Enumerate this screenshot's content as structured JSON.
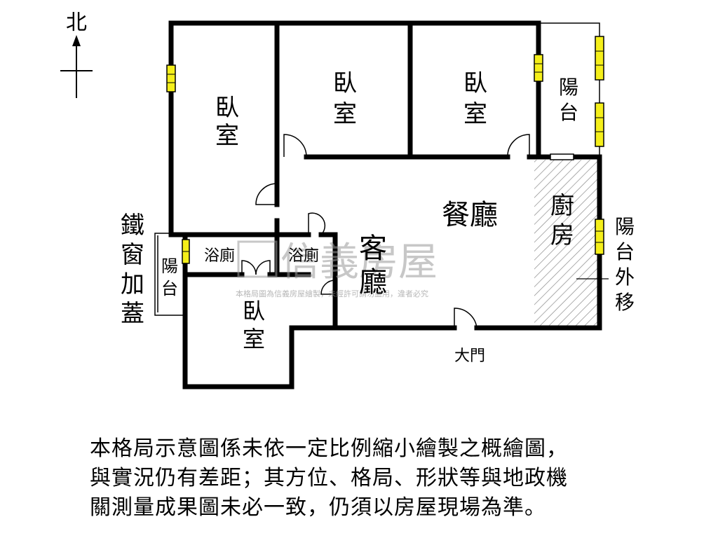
{
  "compass": {
    "north_label": "北"
  },
  "rooms": {
    "bedroom_nw": "臥\n室",
    "bedroom_n_mid": "臥\n室",
    "bedroom_n_right": "臥\n室",
    "bedroom_sw": "臥\n室",
    "balcony_ne": "陽\n台",
    "balcony_w": "陽\n台",
    "bath_left": "浴廁",
    "bath_right": "浴廁",
    "dining": "餐廳",
    "living": "客\n廳",
    "kitchen": "廚\n房"
  },
  "annotations": {
    "iron_window": "鐵\n窗\n加\n蓋",
    "balcony_moved": "陽\n台\n外\n移",
    "main_door": "大門"
  },
  "watermark": {
    "brand": "信義房屋",
    "notice": "本格局圖為信義房屋繪製，未經許可請勿盜用，違者必究"
  },
  "disclaimer": {
    "lines": [
      "本格局示意圖係未依一定比例縮小繪製之概繪圖，",
      "與實況仍有差距；其方位、格局、形狀等與地政機",
      "關測量成果圖未必一致，仍須以房屋現場為準。"
    ]
  },
  "colors": {
    "wall": "#000000",
    "window": "#f5ef1a",
    "kitchen_hatch": "#8a8a8a"
  }
}
